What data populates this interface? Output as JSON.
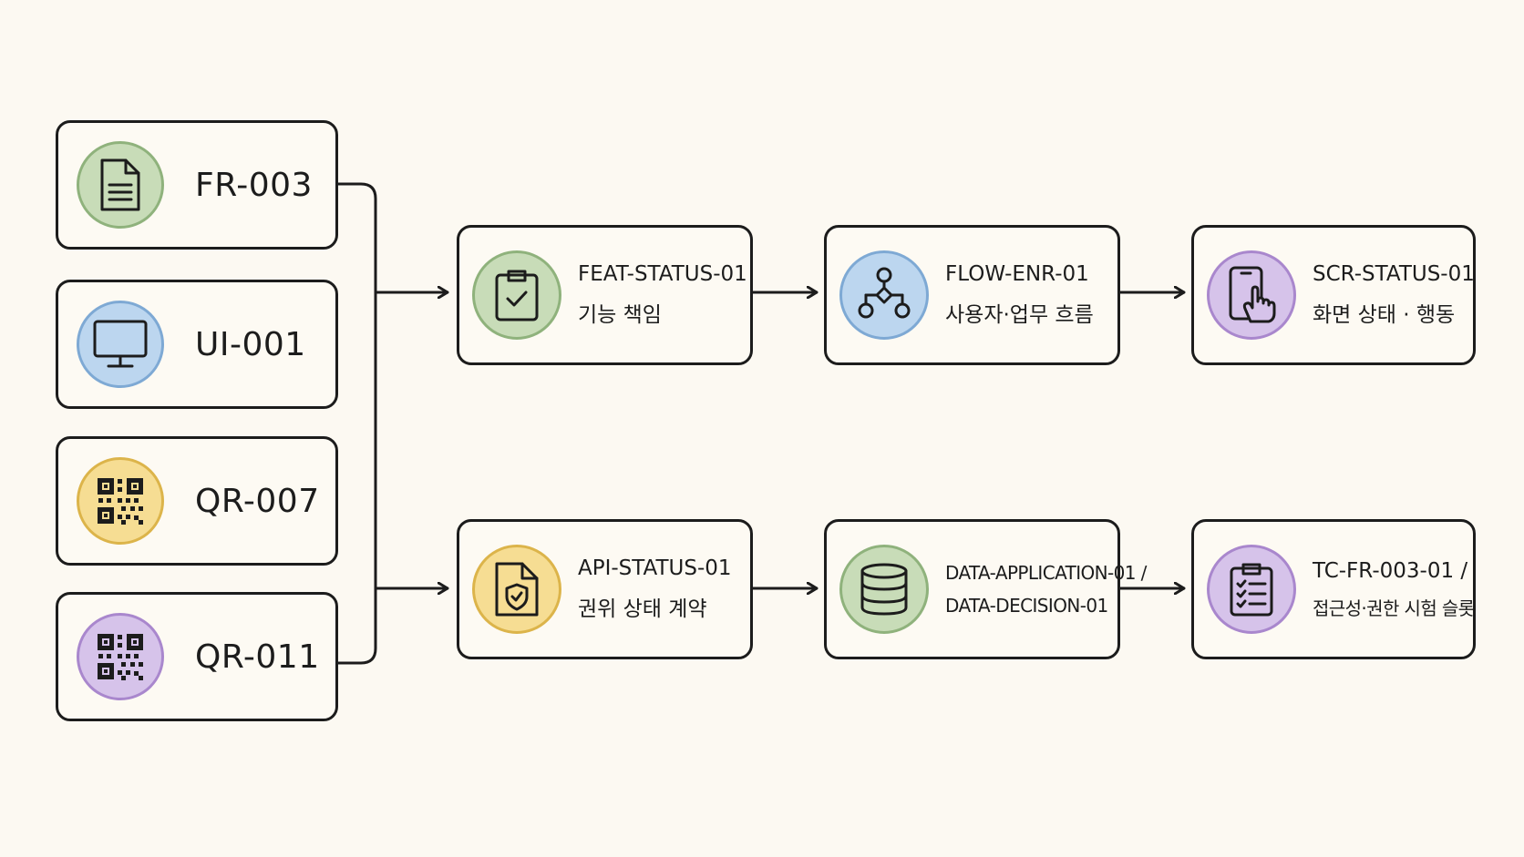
{
  "sources": [
    {
      "id": "FR-003",
      "icon": "document-icon",
      "color": "green"
    },
    {
      "id": "UI-001",
      "icon": "monitor-icon",
      "color": "blue"
    },
    {
      "id": "QR-007",
      "icon": "qr-code-icon",
      "color": "yellow"
    },
    {
      "id": "QR-011",
      "icon": "qr-code-icon",
      "color": "purple"
    }
  ],
  "row1": [
    {
      "code": "FEAT-STATUS-01",
      "desc": "기능 책임",
      "icon": "clipboard-check-icon",
      "color": "green"
    },
    {
      "code": "FLOW-ENR-01",
      "desc": "사용자·업무 흐름",
      "icon": "flow-diagram-icon",
      "color": "blue"
    },
    {
      "code": "SCR-STATUS-01",
      "desc": "화면 상태 · 행동",
      "icon": "phone-tap-icon",
      "color": "purple"
    }
  ],
  "row2": [
    {
      "code": "API-STATUS-01",
      "desc": "권위 상태 계약",
      "icon": "shield-document-icon",
      "color": "yellow"
    },
    {
      "code": "DATA-APPLICATION-01 /",
      "desc": "DATA-DECISION-01",
      "icon": "database-icon",
      "color": "green"
    },
    {
      "code": "TC-FR-003-01 /",
      "desc": "접근성·권한 시험 슬롯",
      "icon": "checklist-icon",
      "color": "purple"
    }
  ],
  "colors": {
    "background": "#fcf9f2",
    "stroke": "#1c1c1c",
    "green": "#c8dcb8",
    "blue": "#bcd6ef",
    "yellow": "#f6dd93",
    "purple": "#d6c3ea"
  }
}
